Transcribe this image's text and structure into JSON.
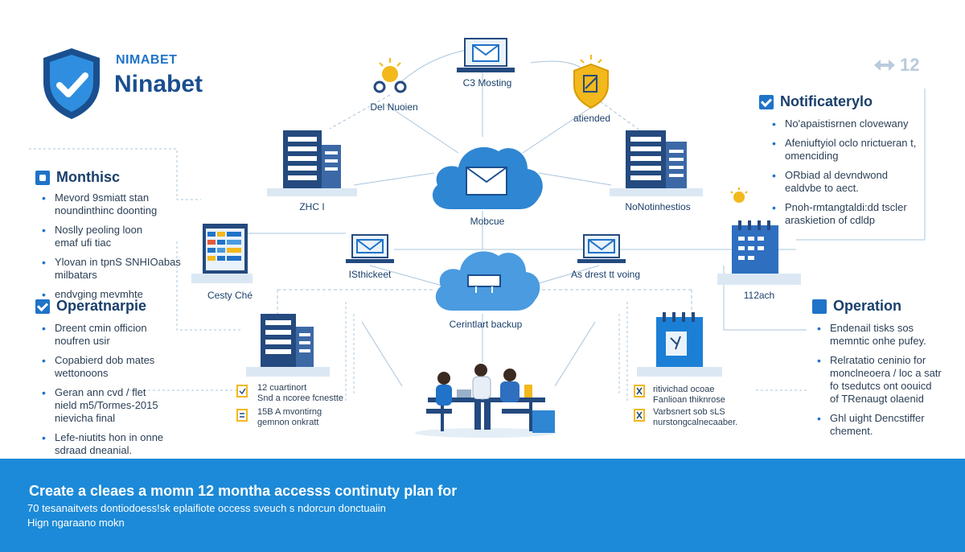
{
  "brand": {
    "name_small": "NIMABET",
    "name_large": "Ninabet"
  },
  "counter": "12",
  "left_sections": [
    {
      "title": "Monthisc",
      "icon": "square-icon",
      "items": [
        "Mevord 9smiatt stan\nnoundinthinc doonting",
        "Noslly peoling loon\nemaf ufi tiac",
        "Ylovan in tpnS SNHIOabas\nmilbatars",
        "endvging mevmhte"
      ]
    },
    {
      "title": "Operatnarpie",
      "icon": "checkbox-icon",
      "items": [
        "Dreent cmin officion\nnoufren usir",
        "Copabierd dob mates\nwettonoons",
        "Geran ann cvd / flet\nnield m5/Tormes-2015\nnievicha final",
        "Lefe-niutits hon in onne\nsdraad dneanial."
      ]
    }
  ],
  "right_sections": [
    {
      "title": "Notificaterylo",
      "icon": "checkbox-icon",
      "items": [
        "No'apaistisrnen clovewany",
        "Afeniuftyiol oclo nrictueran t,\nomenciding",
        "ORbiad al devndwond\nealdvbe to aect.",
        "Pnoh-rmtangtaldi:dd tscler\naraskietion of cdldp"
      ]
    },
    {
      "title": "Operation",
      "icon": "square-icon",
      "items": [
        "Endenail tisks sos\nmemntic onhe pufey.",
        "Relratatio ceninio for\nmonclneoera / loc a satr\nfo tsedutcs ont oouicd\nof TRenaugt olaenid",
        "Ghl uight Dencstiffer\nchement."
      ]
    }
  ],
  "nodes": {
    "top_email": "C3 Mosting",
    "top_left_people": "Del Nuoien",
    "top_right_badge": "atiended",
    "left_building": "ZHC I",
    "right_building": "NoNotinhestios",
    "cloud_top": "Mobcue",
    "mail_left": "ISthickeet",
    "mail_right": "As drest tt voing",
    "cloud_center": "Cerintlart backup",
    "left_calendar": "Cesty Ché",
    "right_calendar": "112ach",
    "bottom_left_doc_1": "12 cuartinort\nSnd a ncoree fcnestte",
    "bottom_left_doc_2": "15B A mvontirng\ngemnon onkratt",
    "bottom_right_doc_1": "ritivichad ocoae\nFanlioan thiknrose",
    "bottom_right_doc_2": "Varbsnert sob sLS\nnurstongcalnecaaber."
  },
  "footer": {
    "title": "Create a cleaes a momn 12 montha accesss continuty plan for",
    "line1": "70 tesanaitvets dontiodoess!sk eplaifiote occess sveuch s ndorcun donctuaiin",
    "line2": "Hign ngaraano mokn"
  },
  "colors": {
    "accent": "#1f73c8",
    "dark_navy": "#244a7f",
    "cloud": "#2f86d2",
    "badge_yellow": "#f3b81c",
    "footer_band": "#1c8ad8"
  }
}
